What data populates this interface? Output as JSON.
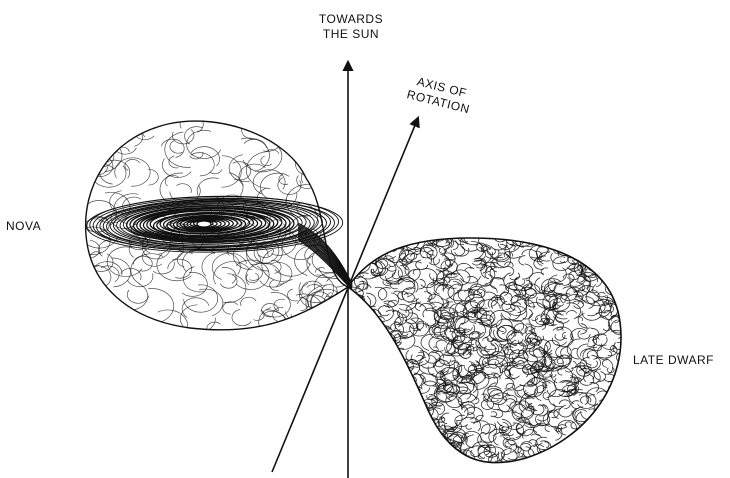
{
  "labels": {
    "towards_sun_line1": "TOWARDS",
    "towards_sun_line2": "THE SUN",
    "axis_line1": "AXIS OF",
    "axis_line2": "ROTATION",
    "nova": "NOVA",
    "late_dwarf": "LATE DWARF"
  },
  "colors": {
    "ink": "#111111",
    "background": "#ffffff"
  }
}
